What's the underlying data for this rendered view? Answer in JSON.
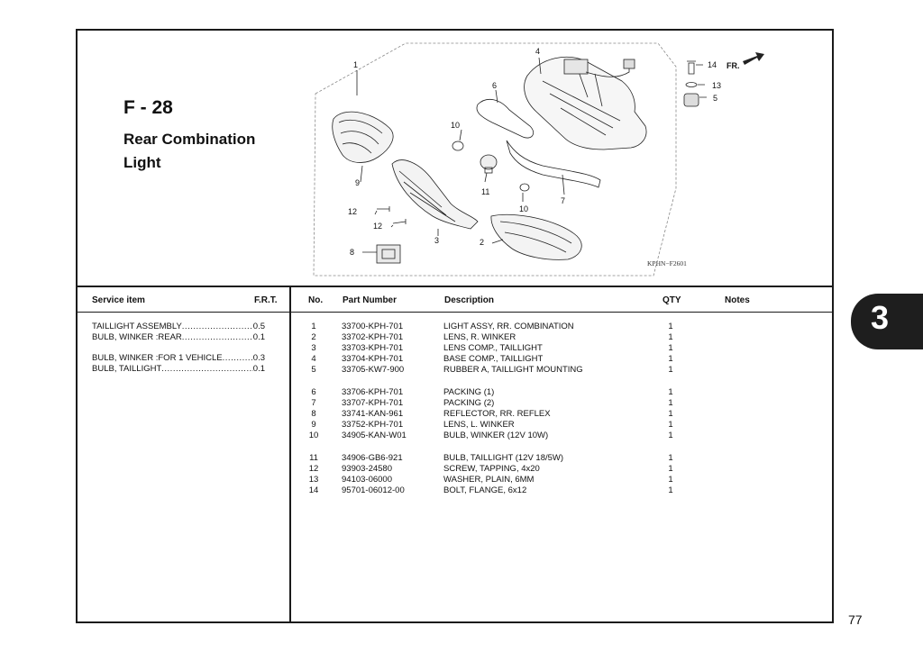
{
  "section": {
    "code": "F - 28",
    "title": "Rear Combination Light"
  },
  "diagram": {
    "code": "KPHN−F2601",
    "direction_label": "FR.",
    "callouts": [
      "1",
      "2",
      "3",
      "4",
      "5",
      "6",
      "7",
      "8",
      "9",
      "10",
      "10",
      "11",
      "12",
      "12",
      "13",
      "14"
    ]
  },
  "service_headers": {
    "item": "Service item",
    "frt": "F.R.T."
  },
  "service_items": [
    {
      "name": "TAILLIGHT ASSEMBLY ",
      "frt": "0.5"
    },
    {
      "name": "BULB, WINKER :REAR",
      "frt": "0.1"
    },
    {
      "name": "BULB, WINKER :FOR 1 VEHICLE",
      "frt": "0.3"
    },
    {
      "name": "BULB, TAILLIGHT ",
      "frt": "0.1"
    }
  ],
  "parts_headers": {
    "no": "No.",
    "part_number": "Part Number",
    "description": "Description",
    "qty": "QTY",
    "notes": "Notes"
  },
  "parts": [
    {
      "no": "1",
      "part_number": "33700-KPH-701",
      "description": "LIGHT ASSY, RR. COMBINATION",
      "qty": "1"
    },
    {
      "no": "2",
      "part_number": "33702-KPH-701",
      "description": "LENS, R. WINKER",
      "qty": "1"
    },
    {
      "no": "3",
      "part_number": "33703-KPH-701",
      "description": "LENS COMP., TAILLIGHT",
      "qty": "1"
    },
    {
      "no": "4",
      "part_number": "33704-KPH-701",
      "description": "BASE COMP., TAILLIGHT",
      "qty": "1"
    },
    {
      "no": "5",
      "part_number": "33705-KW7-900",
      "description": "RUBBER A, TAILLIGHT MOUNTING",
      "qty": "1"
    },
    {
      "no": "6",
      "part_number": "33706-KPH-701",
      "description": "PACKING (1)",
      "qty": "1"
    },
    {
      "no": "7",
      "part_number": "33707-KPH-701",
      "description": "PACKING (2)",
      "qty": "1"
    },
    {
      "no": "8",
      "part_number": "33741-KAN-961",
      "description": "REFLECTOR, RR. REFLEX",
      "qty": "1"
    },
    {
      "no": "9",
      "part_number": "33752-KPH-701",
      "description": "LENS, L. WINKER",
      "qty": "1"
    },
    {
      "no": "10",
      "part_number": "34905-KAN-W01",
      "description": "BULB, WINKER (12V 10W)",
      "qty": "1"
    },
    {
      "no": "11",
      "part_number": "34906-GB6-921",
      "description": "BULB, TAILLIGHT (12V 18/5W)",
      "qty": "1"
    },
    {
      "no": "12",
      "part_number": "93903-24580",
      "description": "SCREW, TAPPING, 4x20",
      "qty": "1"
    },
    {
      "no": "13",
      "part_number": "94103-06000",
      "description": "WASHER, PLAIN, 6MM",
      "qty": "1"
    },
    {
      "no": "14",
      "part_number": "95701-06012-00",
      "description": "BOLT, FLANGE, 6x12",
      "qty": "1"
    }
  ],
  "chapter_tab": "3",
  "page_number": "77"
}
